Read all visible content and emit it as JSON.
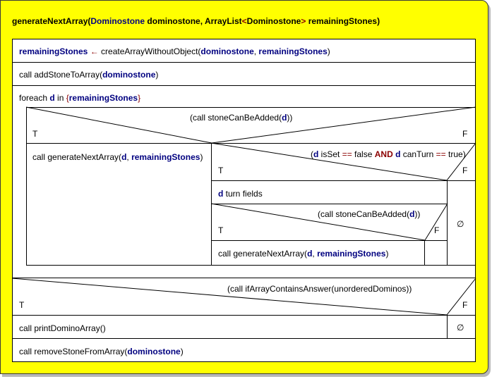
{
  "header": {
    "name": "generateNextArray",
    "open": "(",
    "param1_type": "Dominostone",
    "param1_name": "dominostone",
    "comma": ", ",
    "param2_type": "ArrayList",
    "lt": "<",
    "param2_generic": "Dominostone",
    "gt": ">",
    "param2_name": "remainingStones",
    "close": ")"
  },
  "stmt_assign": {
    "target": "remainingStones",
    "arrow": " ← ",
    "call": "createArrayWithoutObject(",
    "arg1": "dominostone",
    "comma": ", ",
    "arg2": "remainingStones",
    "close": ")"
  },
  "stmt_add": {
    "call": "call addStoneToArray(",
    "arg": "dominostone",
    "close": ")"
  },
  "loop": {
    "kw": "foreach ",
    "var": "d",
    "in": " in ",
    "open": "{",
    "coll": "remainingStones",
    "close": "}"
  },
  "if1": {
    "cond_pre": "(call stoneCanBeAdded(",
    "cond_var": "d",
    "cond_post": "))",
    "true_label": "T",
    "false_label": "F",
    "then_call": "call  generateNextArray(",
    "then_arg1": "d",
    "then_comma": ", ",
    "then_arg2": "remainingStones",
    "then_close": ")"
  },
  "if2": {
    "open": "(",
    "v1": "d",
    "mid1": " isSet ",
    "eq1": "==",
    "mid2": " false ",
    "and": "AND",
    "space": " ",
    "v2": "d",
    "mid3": " canTurn ",
    "eq2": "==",
    "mid4": " true)",
    "true_label": "T",
    "false_label": "F",
    "empty_symbol": "∅"
  },
  "turn": {
    "var": "d",
    "text": " turn fields"
  },
  "if3": {
    "cond_pre": "(call stoneCanBeAdded(",
    "cond_var": "d",
    "cond_post": "))",
    "true_label": "T",
    "false_label": "F",
    "then_call": "call generateNextArray(",
    "then_arg1": "d",
    "then_comma": ", ",
    "then_arg2": "remainingStones",
    "then_close": ")"
  },
  "if4": {
    "cond": "(call ifArrayContainsAnswer(unorderedDominos))",
    "true_label": "T",
    "false_label": "F",
    "then_call": "call printDominoArray()",
    "empty_symbol": "∅"
  },
  "stmt_remove": {
    "call": "call removeStoneFromArray(",
    "arg": "dominostone",
    "close": ")"
  },
  "colors": {
    "background": "#ffff00",
    "keyword_blue": "#000080",
    "operator_red": "#8b0000"
  }
}
